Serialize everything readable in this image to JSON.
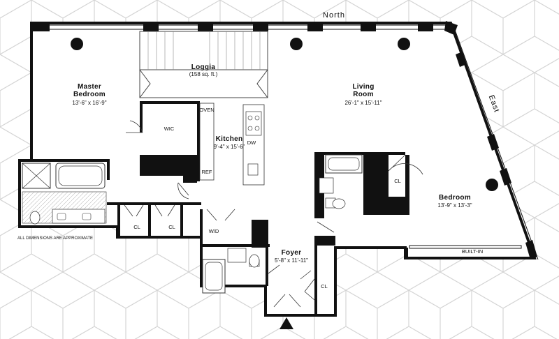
{
  "compass": {
    "north": "North",
    "east": "East"
  },
  "rooms": {
    "master_bedroom": {
      "line1": "Master",
      "line2": "Bedroom",
      "dims": "13'-6\" x 16'-9\""
    },
    "loggia": {
      "name": "Loggia",
      "area": "(158 sq. ft.)"
    },
    "living_room": {
      "line1": "Living",
      "line2": "Room",
      "dims": "26'-1\" x 15'-11\""
    },
    "kitchen": {
      "name": "Kitchen",
      "dims": "9'-4\" x 15'-6\""
    },
    "bedroom": {
      "name": "Bedroom",
      "dims": "13'-9\" x 13'-3\""
    },
    "foyer": {
      "name": "Foyer",
      "dims": "5'-8\" x 11'-11\""
    }
  },
  "fixtures": {
    "wic": "WIC",
    "oven": "OVEN",
    "dw": "DW",
    "ref": "REF",
    "wd": "W/D",
    "cl": "CL",
    "built_in": "BUILT-IN"
  },
  "note": "ALL DIMENSIONS ARE APPROXIMATE",
  "colors": {
    "wall": "#111111",
    "line": "#333333",
    "pattern": "#d4d4d4",
    "fill": "#ffffff"
  }
}
